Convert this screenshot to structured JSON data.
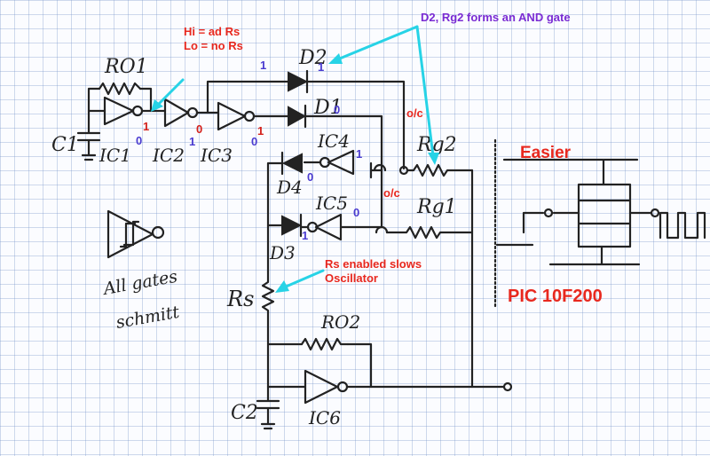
{
  "colors": {
    "ink": "#222222",
    "note_red": "#e8281e",
    "note_purple": "#7a2bd3",
    "bit_red": "#d4201a",
    "bit_blue": "#4a3bd0",
    "arrow": "#27d3e6",
    "grid": "#9db4d8"
  },
  "annotations": {
    "hi_lo_line1": "Hi = ad Rs",
    "hi_lo_line2": "Lo = no Rs",
    "and_gate_note": "D2, Rg2 forms an AND gate",
    "rs_note_line1": "Rs enabled slows",
    "rs_note_line2": "Oscillator",
    "easier": "Easier",
    "pic": "PIC 10F200",
    "oc_top": "o/c",
    "oc_mid": "o/c"
  },
  "labels": {
    "ro1": "RO1",
    "c1": "C1",
    "ic1": "IC1",
    "ic2": "IC2",
    "ic3": "IC3",
    "d2": "D2",
    "d1": "D1",
    "ic4": "IC4",
    "d4": "D4",
    "ic5": "IC5",
    "d3": "D3",
    "rg2": "Rg2",
    "rg1": "Rg1",
    "rs": "Rs",
    "ro2": "RO2",
    "c2": "C2",
    "ic6": "IC6",
    "legend_line1": "All gates",
    "legend_line2": "schmitt"
  },
  "bits": {
    "ic1_in": "0",
    "ic1_out": "1",
    "ic2_out": "0",
    "ic2_in_mark": "1",
    "ic3_out": "0",
    "ic3_out_b": "1",
    "d2_in": "1",
    "d2_out": "1",
    "d1_out": "0",
    "ic4_out": "1",
    "d4_in": "0",
    "ic5_out": "0",
    "d3_in": "1"
  }
}
